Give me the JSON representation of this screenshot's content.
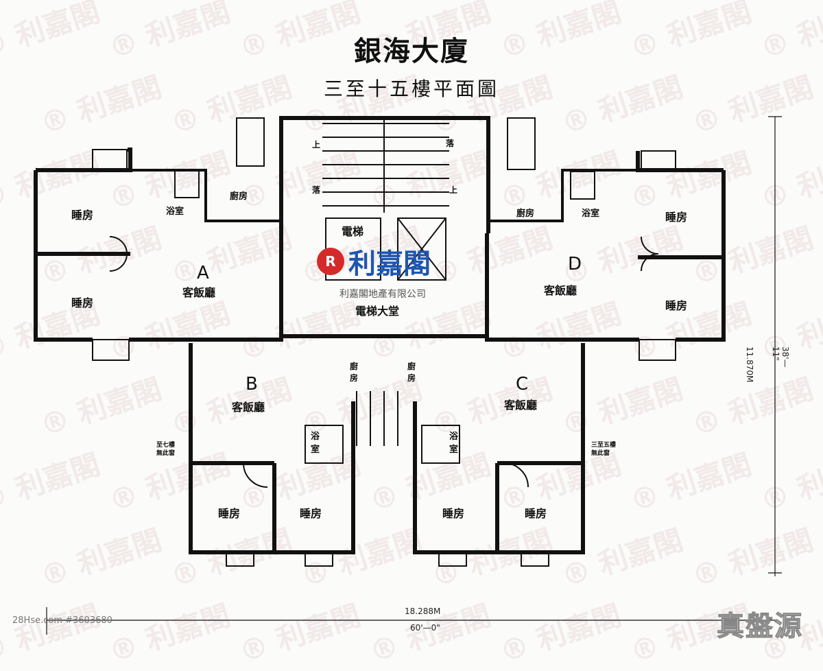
{
  "header": {
    "title": "銀海大廈",
    "subtitle": "三至十五樓平面圖"
  },
  "units": [
    {
      "label": "A",
      "living": "客飯廳",
      "bedrooms": [
        "睡房",
        "睡房"
      ],
      "bathroom": "浴室",
      "kitchen": "廚房"
    },
    {
      "label": "B",
      "living": "客飯廳",
      "bedrooms": [
        "睡房",
        "睡房"
      ],
      "bathroom": "浴室",
      "kitchen": "廚房"
    },
    {
      "label": "C",
      "living": "客飯廳",
      "bedrooms": [
        "睡房",
        "睡房"
      ],
      "bathroom": "浴室",
      "kitchen": "廚房"
    },
    {
      "label": "D",
      "living": "客飯廳",
      "bedrooms": [
        "睡房",
        "睡房"
      ],
      "bathroom": "浴室",
      "kitchen": "廚房"
    }
  ],
  "core": {
    "lift": "電梯",
    "lobby": "電梯大堂",
    "stair_up": "上",
    "stair_down": "落"
  },
  "notes": {
    "left": [
      "至七樓",
      "無此窗"
    ],
    "right": [
      "三至五樓",
      "無此窗"
    ]
  },
  "dimensions": {
    "width_m": "18.288M",
    "width_ft": "60'—0\"",
    "depth_m": "11.870M",
    "depth_ft": "38'—11\""
  },
  "branding": {
    "logo_text": "利嘉閣",
    "company": "利嘉閣地產有限公司",
    "watermark": "利嘉閣",
    "source": "28Hse.com #3603680",
    "stamp": "真盤源"
  },
  "colors": {
    "brand_red": "#d42a2a",
    "brand_blue": "#1e56b0"
  }
}
